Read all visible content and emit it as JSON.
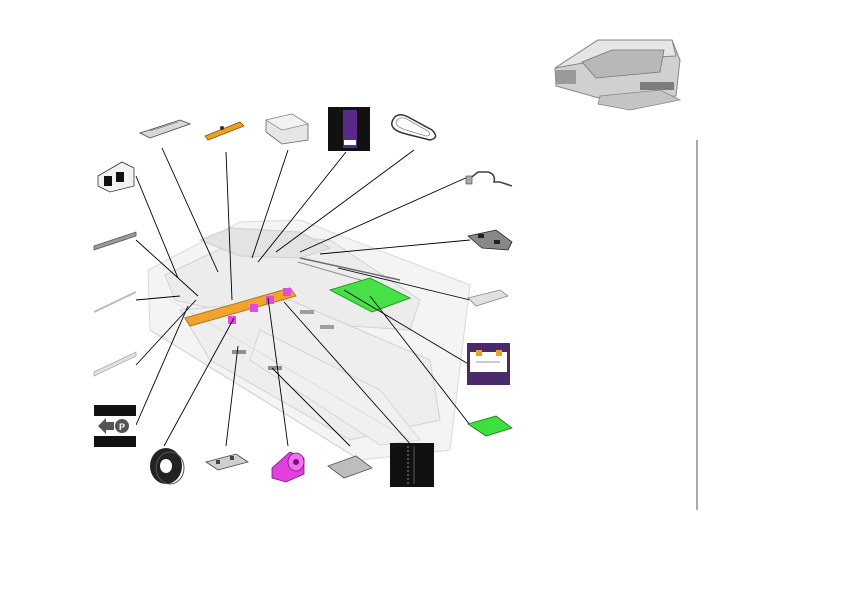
{
  "diagram": {
    "kind": "exploded-parts-diagram",
    "main_assembly": "document-feeder-tray",
    "accent_colors": {
      "roller": "#f0a020",
      "rubber_part": "#e040e0",
      "green_part": "#3ee03e",
      "purple_label": "#4a2a6a",
      "black_label": "#111111",
      "frame_line": "#c8c8c8"
    },
    "parts_top": [
      "guide-plate",
      "roller-bar",
      "pad-block",
      "purple-label",
      "belt"
    ],
    "parts_left": [
      "sensor-block",
      "strip-plate",
      "rod",
      "guide-rail",
      "label-arrow"
    ],
    "parts_right": [
      "cable",
      "bracket",
      "small-plate",
      "purple-panel",
      "green-sheet"
    ],
    "parts_bottom": [
      "rubber-ring",
      "clip-plate",
      "roller-wheel",
      "gray-pad",
      "black-strip"
    ],
    "label_arrow_text": "P"
  },
  "thumbnail": {
    "device": "document-feeder-unit-photo"
  }
}
